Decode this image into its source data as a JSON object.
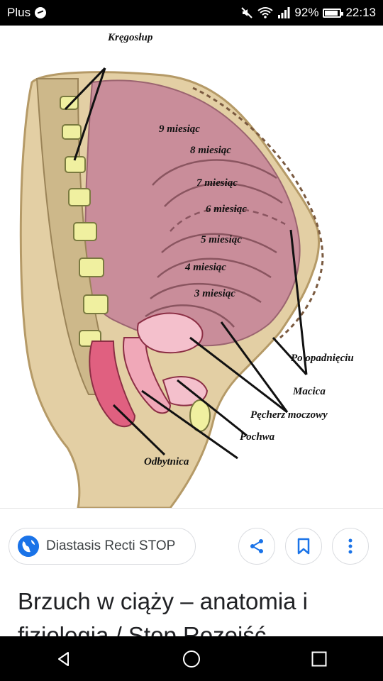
{
  "status_bar": {
    "carrier": "Plus",
    "battery": "92%",
    "time": "22:13"
  },
  "diagram": {
    "labels": {
      "spine": "Kręgosłup",
      "month9": "9 miesiąc",
      "month8": "8 miesiąc",
      "month7": "7 miesiąc",
      "month6": "6 miesiąc",
      "month5": "5 miesiąc",
      "month4": "4 miesiąc",
      "month3": "3 miesiąc",
      "after_drop": "Po opadnięciu",
      "uterus": "Macica",
      "bladder": "Pęcherz moczowy",
      "vagina": "Pochwa",
      "rectum": "Odbytnica"
    },
    "colors": {
      "skin": "#e3cfa4",
      "skin_outline": "#b59a67",
      "uterus": "#c98d9a",
      "vertebra": "#f0f0a0",
      "organ_pink": "#e06080"
    }
  },
  "source": {
    "name": "Diastasis Recti STOP",
    "icon": "globe-icon"
  },
  "actions": {
    "share": "share-icon",
    "bookmark": "bookmark-icon",
    "more": "more-vert-icon"
  },
  "title": "Brzuch w ciąży – anatomia i fizjologia / Stop Rozejść",
  "nav": {
    "back": "back-icon",
    "home": "home-icon",
    "recents": "recents-icon"
  }
}
